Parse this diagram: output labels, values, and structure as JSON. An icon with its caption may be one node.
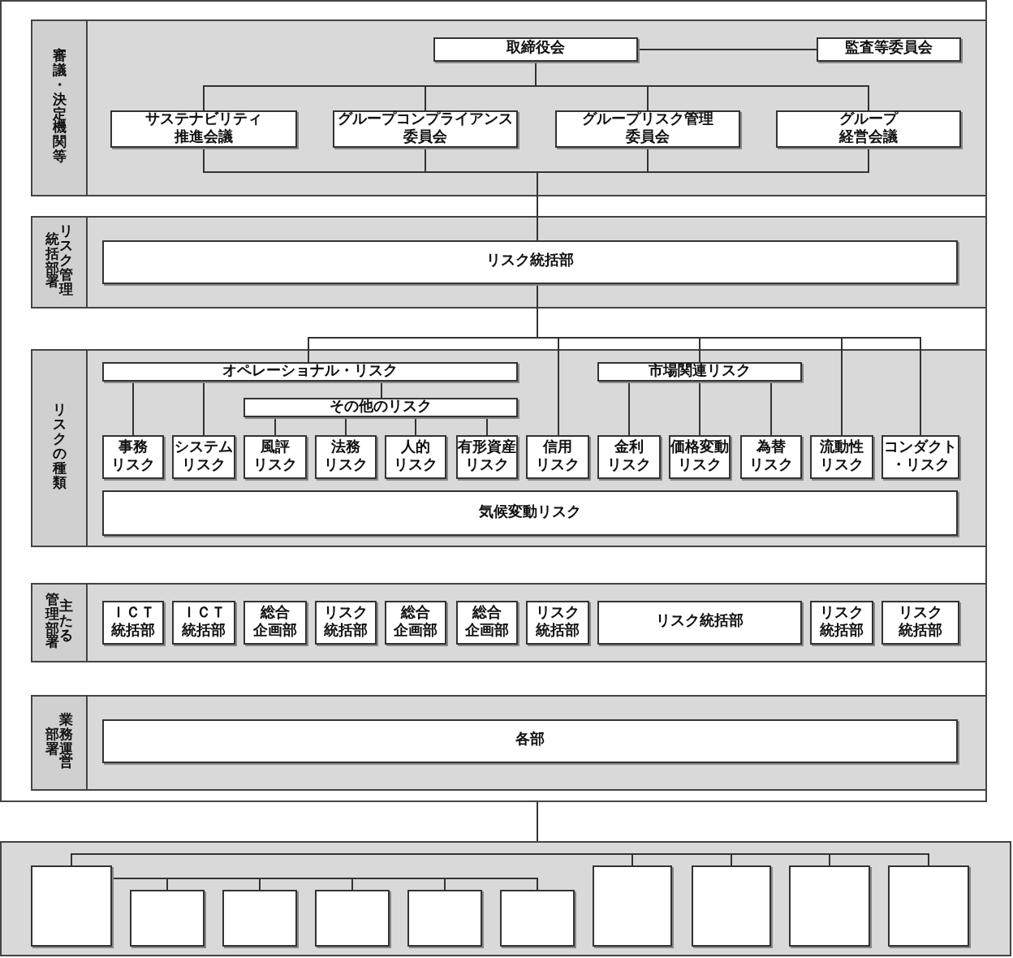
{
  "diagram": {
    "nodes": [
      {
        "text": [],
        "shape": "box"
      },
      {
        "text": [
          "審議・決定機関等"
        ],
        "in": 0
      },
      {
        "text": [
          "取締役会"
        ],
        "in": 1
      },
      {
        "text": [
          "監査等委員会"
        ],
        "in": 1
      },
      {
        "text": [
          "サステナビリティ推進会議"
        ],
        "in": 1
      },
      {
        "text": [
          "グループコンプライアンス委員会"
        ],
        "in": 1
      },
      {
        "text": [
          "グループリスク管理委員会"
        ],
        "in": 1
      },
      {
        "text": [
          "グループ経営会議"
        ],
        "in": 1
      },
      {
        "text": [
          "リスク管理統括部署"
        ],
        "in": 0
      },
      {
        "text": [
          "リスク統括部"
        ],
        "in": 8
      },
      {
        "text": [
          "リスクの種類"
        ],
        "in": 0
      },
      {
        "text": [
          "オペレーショナル・リスク"
        ],
        "in": 10
      },
      {
        "text": [
          "その他のリスク"
        ],
        "in": 10
      },
      {
        "text": [
          "市場関連リスク"
        ],
        "in": 10
      },
      {
        "text": [
          "事務リスク"
        ],
        "in": 10
      },
      {
        "text": [
          "システムリスク"
        ],
        "in": 10
      },
      {
        "text": [
          "風評リスク"
        ],
        "in": 10
      },
      {
        "text": [
          "法務リスク"
        ],
        "in": 10
      },
      {
        "text": [
          "人的リスク"
        ],
        "in": 10
      },
      {
        "text": [
          "有形資産リスク"
        ],
        "in": 10
      },
      {
        "text": [
          "信用リスク"
        ],
        "in": 10
      },
      {
        "text": [
          "金利リスク"
        ],
        "in": 10
      },
      {
        "text": [
          "価格変動リスク"
        ],
        "in": 10
      },
      {
        "text": [
          "為替リスク"
        ],
        "in": 10
      },
      {
        "text": [
          "流動性リスク"
        ],
        "in": 10
      },
      {
        "text": [
          "コンダクト・リスク"
        ],
        "in": 10
      },
      {
        "text": [
          "気候変動リスク"
        ],
        "in": 10
      },
      {
        "text": [
          "主たる管理部署"
        ],
        "in": 0
      },
      {
        "text": [
          "ＩＣＴ統括部"
        ],
        "in": 27
      },
      {
        "text": [
          "ＩＣＴ統括部"
        ],
        "in": 27
      },
      {
        "text": [
          "総合企画部"
        ],
        "in": 27
      },
      {
        "text": [
          "リスク統括部"
        ],
        "in": 27
      },
      {
        "text": [
          "総合企画部"
        ],
        "in": 27
      },
      {
        "text": [
          "総合企画部"
        ],
        "in": 27
      },
      {
        "text": [
          "リスク統括部"
        ],
        "in": 27
      },
      {
        "text": [
          "リスク統括部"
        ],
        "in": 27
      },
      {
        "text": [
          "リスク統括部"
        ],
        "in": 27
      },
      {
        "text": [
          "リスク統括部"
        ],
        "in": 27
      },
      {
        "text": [
          "業務運営部署"
        ],
        "in": 0
      },
      {
        "text": [
          "各部"
        ],
        "in": 38
      },
      {
        "text": [],
        "shape": "box"
      },
      {
        "text": [],
        "shape": "box",
        "in": 40
      },
      {
        "text": [],
        "shape": "box",
        "in": 40
      },
      {
        "text": [],
        "shape": "box",
        "in": 40
      },
      {
        "text": [],
        "shape": "box",
        "in": 40
      },
      {
        "text": [],
        "shape": "box",
        "in": 40
      },
      {
        "text": [],
        "shape": "box",
        "in": 40
      },
      {
        "text": [],
        "shape": "box",
        "in": 40
      },
      {
        "text": [],
        "shape": "box",
        "in": 40
      },
      {
        "text": [],
        "shape": "box",
        "in": 40
      },
      {
        "text": [],
        "shape": "box",
        "in": 40
      }
    ],
    "edges": [
      {
        "from": 2,
        "to": 3,
        "arrow": "none"
      },
      {
        "from": 2,
        "to": 4,
        "arrow": "none"
      },
      {
        "from": 2,
        "to": 5,
        "arrow": "none"
      },
      {
        "from": 2,
        "to": 6,
        "arrow": "none"
      },
      {
        "from": 2,
        "to": 7,
        "arrow": "none"
      },
      {
        "from": 4,
        "to": 9,
        "arrow": "none"
      },
      {
        "from": 5,
        "to": 9,
        "arrow": "none"
      },
      {
        "from": 6,
        "to": 9,
        "arrow": "none"
      },
      {
        "from": 7,
        "to": 9,
        "arrow": "none"
      },
      {
        "from": 9,
        "to": 11,
        "arrow": "none"
      },
      {
        "from": 9,
        "to": 20,
        "arrow": "none"
      },
      {
        "from": 9,
        "to": 13,
        "arrow": "none"
      },
      {
        "from": 9,
        "to": 24,
        "arrow": "none"
      },
      {
        "from": 9,
        "to": 25,
        "arrow": "none"
      },
      {
        "from": 11,
        "to": 14,
        "arrow": "none"
      },
      {
        "from": 11,
        "to": 15,
        "arrow": "none"
      },
      {
        "from": 11,
        "to": 12,
        "arrow": "none"
      },
      {
        "from": 12,
        "to": 16,
        "arrow": "none"
      },
      {
        "from": 12,
        "to": 17,
        "arrow": "none"
      },
      {
        "from": 12,
        "to": 18,
        "arrow": "none"
      },
      {
        "from": 12,
        "to": 19,
        "arrow": "none"
      },
      {
        "from": 13,
        "to": 21,
        "arrow": "none"
      },
      {
        "from": 13,
        "to": 22,
        "arrow": "none"
      },
      {
        "from": 13,
        "to": 23,
        "arrow": "none"
      },
      {
        "from": 0,
        "to": 40,
        "arrow": "none"
      },
      {
        "from": 41,
        "to": 47,
        "arrow": "none"
      },
      {
        "from": 41,
        "to": 48,
        "arrow": "none"
      },
      {
        "from": 41,
        "to": 49,
        "arrow": "none"
      },
      {
        "from": 41,
        "to": 50,
        "arrow": "none"
      },
      {
        "from": 41,
        "to": 42,
        "arrow": "none"
      },
      {
        "from": 41,
        "to": 43,
        "arrow": "none"
      },
      {
        "from": 41,
        "to": 44,
        "arrow": "none"
      },
      {
        "from": 41,
        "to": 45,
        "arrow": "none"
      },
      {
        "from": 41,
        "to": 46,
        "arrow": "none"
      }
    ]
  }
}
